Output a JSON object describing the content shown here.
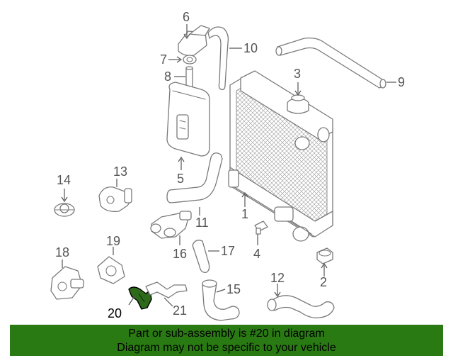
{
  "diagram": {
    "callouts": [
      "1",
      "2",
      "3",
      "4",
      "5",
      "6",
      "7",
      "8",
      "9",
      "10",
      "11",
      "12",
      "13",
      "14",
      "15",
      "16",
      "17",
      "18",
      "19",
      "20",
      "21"
    ],
    "highlighted_part": "20"
  },
  "banner": {
    "line1": "Part or sub-assembly is #20 in diagram",
    "line2": "Diagram may not be specific to your vehicle"
  },
  "colors": {
    "banner_bg": "#2a7a14",
    "highlight_fill": "#2d6a1a",
    "line": "#7a7a7a"
  }
}
